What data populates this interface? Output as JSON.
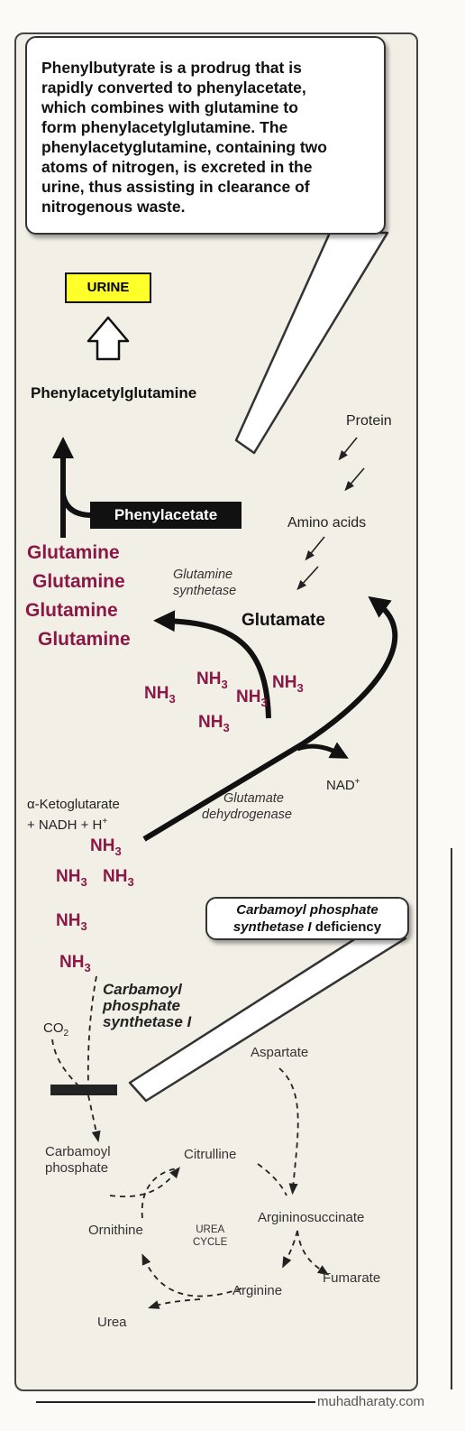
{
  "intro_callout": {
    "lines": [
      "Phenylbutyrate is a prodrug that is",
      "rapidly converted to phenylacetate,",
      "which combines with glutamine to",
      "form phenylacetylglutamine. The",
      "phenylacetyglutamine, containing two",
      "atoms of nitrogen, is excreted in the",
      "urine, thus assisting in clearance of",
      "nitrogenous waste."
    ]
  },
  "nodes": {
    "urine": "URINE",
    "phenylacetylglutamine": "Phenylacetylglutamine",
    "phenylacetate": "Phenylacetate",
    "protein": "Protein",
    "amino_acids": "Amino acids",
    "glutamate": "Glutamate",
    "nad": "NAD",
    "nad_sup": "+",
    "ketoglutarate_line1": "α-Ketoglutarate",
    "ketoglutarate_line2": "+ NADH + H",
    "ketoglutarate_sup": "+",
    "co2": "CO",
    "co2_sub": "2",
    "carbamoyl_phosphate_line1": "Carbamoyl",
    "carbamoyl_phosphate_line2": "phosphate",
    "aspartate": "Aspartate",
    "citrulline": "Citrulline",
    "argininosuccinate": "Argininosuccinate",
    "ornithine": "Ornithine",
    "urea_cycle_line1": "UREA",
    "urea_cycle_line2": "CYCLE",
    "fumarate": "Fumarate",
    "arginine": "Arginine",
    "urea": "Urea"
  },
  "glutamine_labels": [
    "Glutamine",
    "Glutamine",
    "Glutamine",
    "Glutamine"
  ],
  "ammonia": {
    "base": "NH",
    "sub": "3"
  },
  "enzymes": {
    "glutamine_synthetase": [
      "Glutamine",
      "synthetase"
    ],
    "glutamate_dehydrogenase": [
      "Glutamate",
      "dehydrogenase"
    ],
    "cps1": [
      "Carbamoyl",
      "phosphate",
      "synthetase I"
    ]
  },
  "deficiency_callout": {
    "line1": "Carbamoyl phosphate",
    "line2_italic": "synthetase I",
    "line2_rest": " deficiency"
  },
  "footer": "muhadharaty.com",
  "colors": {
    "glutamine": "#8a1745",
    "ammonia": "#8a1745",
    "urine_box": "#ffff2a"
  }
}
